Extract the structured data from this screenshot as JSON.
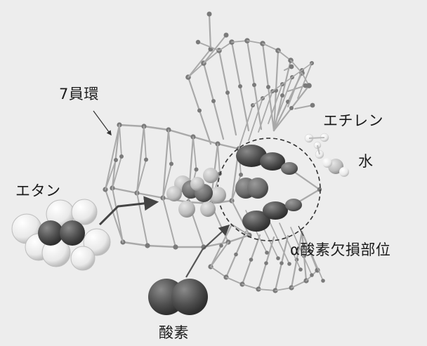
{
  "labels": {
    "ring7": "7員環",
    "ethylene": "エチレン",
    "water": "水",
    "ethane": "エタン",
    "alpha_vacancy": "α酸素欠損部位",
    "oxygen": "酸素"
  },
  "colors": {
    "background": "#ededed",
    "framework_bond": "#a9a9a9",
    "framework_atom": "#7a7a7a",
    "ethane_hydrogen": "#f4f4f4",
    "ethane_carbon": "#5f5f5f",
    "oxygen_molecule": "#4a4a4a",
    "text": "#1b1b1b"
  }
}
